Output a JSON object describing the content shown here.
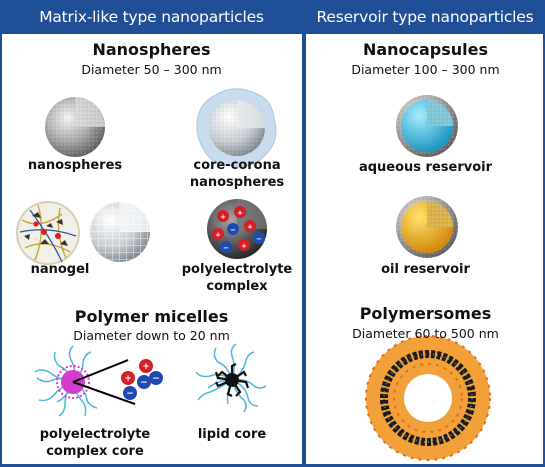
{
  "headers": {
    "left": "Matrix-like type nanoparticles",
    "right": "Reservoir type nanoparticles"
  },
  "left": {
    "nanospheres": {
      "title": "Nanospheres",
      "subtitle": "Diameter 50 – 300 nm",
      "items": [
        {
          "label": "nanospheres"
        },
        {
          "label": "core-corona\nnanospheres"
        },
        {
          "label": "nanogel"
        },
        {
          "label": "polyelectrolyte\ncomplex"
        }
      ]
    },
    "micelles": {
      "title": "Polymer micelles",
      "subtitle": "Diameter down to 20 nm",
      "items": [
        {
          "label": "polyelectrolyte\ncomplex core"
        },
        {
          "label": "lipid core"
        }
      ]
    }
  },
  "right": {
    "nanocapsules": {
      "title": "Nanocapsules",
      "subtitle": "Diameter 100 – 300 nm",
      "items": [
        {
          "label": "aqueous reservoir"
        },
        {
          "label": "oil reservoir"
        }
      ]
    },
    "polymersomes": {
      "title": "Polymersomes",
      "subtitle": "Diameter 60 to 500 nm"
    }
  },
  "colors": {
    "header_bg": "#1f4f96",
    "header_text": "#ffffff",
    "corona": "#c9dcef",
    "aqueous": "#3bb7d8",
    "oil": "#e3a51c",
    "micelle_core": "#d63bd0",
    "chain": "#4cb7dd",
    "charge_red": "#d41f26",
    "charge_blue": "#1f4bb0"
  }
}
